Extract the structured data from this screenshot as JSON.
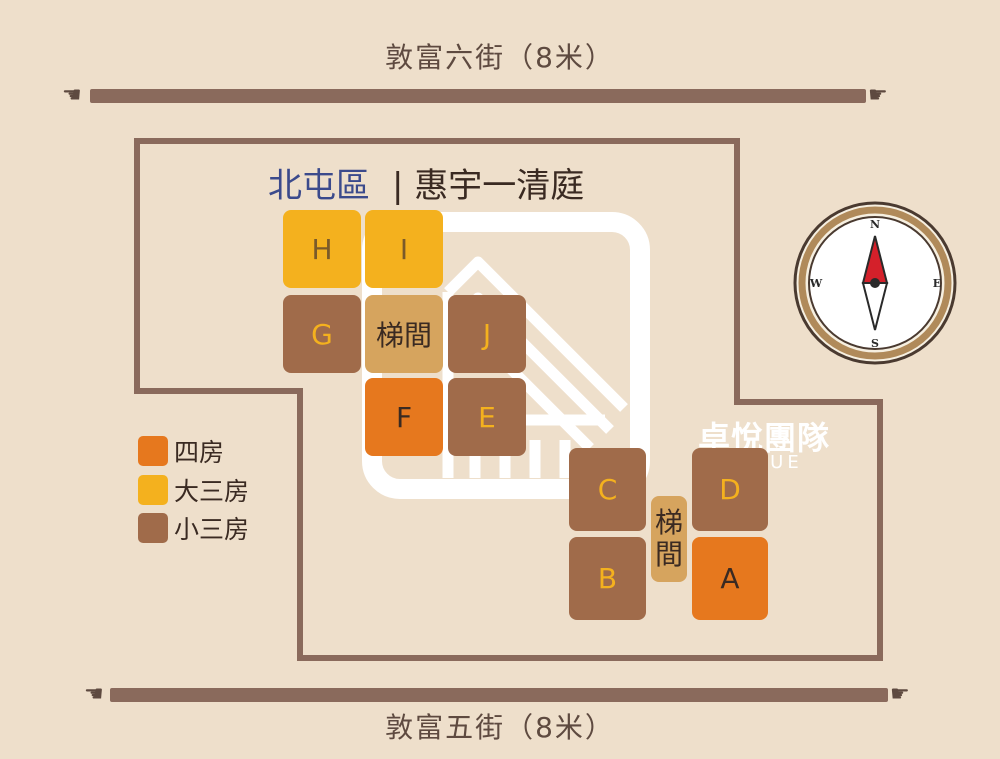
{
  "streets": {
    "north": "敦富六街（8米）",
    "south": "敦富五街（8米）"
  },
  "title": {
    "district": "北屯區",
    "separator": "|",
    "project": "惠宇一清庭"
  },
  "units": [
    {
      "id": "H",
      "label": "H",
      "type": "大三房"
    },
    {
      "id": "I",
      "label": "I",
      "type": "大三房"
    },
    {
      "id": "G",
      "label": "G",
      "type": "小三房"
    },
    {
      "id": "J",
      "label": "J",
      "type": "小三房"
    },
    {
      "id": "F",
      "label": "F",
      "type": "四房"
    },
    {
      "id": "E",
      "label": "E",
      "type": "小三房"
    },
    {
      "id": "C",
      "label": "C",
      "type": "小三房"
    },
    {
      "id": "D",
      "label": "D",
      "type": "小三房"
    },
    {
      "id": "B",
      "label": "B",
      "type": "小三房"
    },
    {
      "id": "A",
      "label": "A",
      "type": "四房"
    }
  ],
  "stairs": {
    "north": "梯間",
    "south_line1": "梯",
    "south_line2": "間"
  },
  "legend": [
    {
      "label": "四房",
      "color": "#e6781e"
    },
    {
      "label": "大三房",
      "color": "#f4b11e"
    },
    {
      "label": "小三房",
      "color": "#a06b4a"
    }
  ],
  "compass": {
    "n": "N",
    "s": "S",
    "e": "E",
    "w": "W"
  },
  "watermark": {
    "main": "卓悅團隊",
    "sub": "OYUE"
  },
  "colors": {
    "background": "#eedfcb",
    "road": "#8a6a5c",
    "four_room": "#e6781e",
    "large_three_room": "#f4b11e",
    "small_three_room": "#a06b4a",
    "stairwell": "#d6a45e",
    "title_blue": "#3b4a8c"
  }
}
